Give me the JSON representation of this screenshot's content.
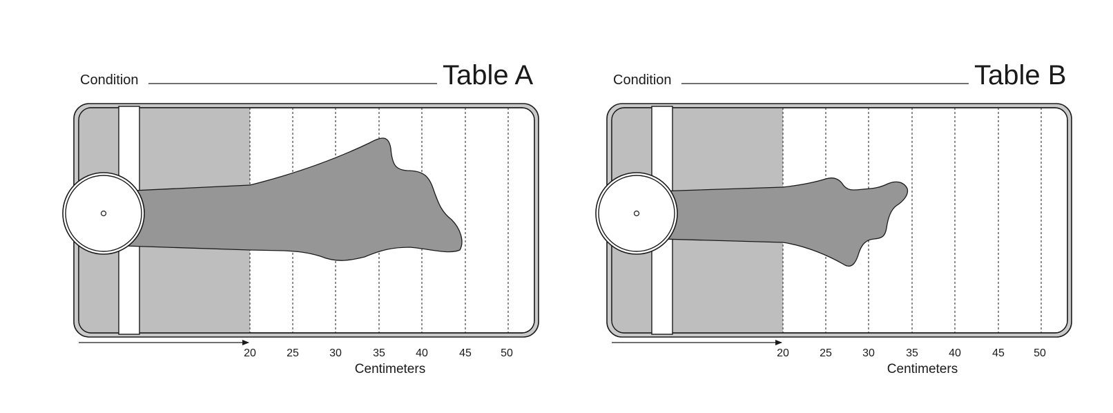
{
  "tables": [
    {
      "id": "a",
      "condition_label": "Condition",
      "title": "Table A",
      "ticks": [
        "20",
        "25",
        "30",
        "35",
        "40",
        "45",
        "50"
      ],
      "axis_label": "Centimeters"
    },
    {
      "id": "b",
      "condition_label": "Condition",
      "title": "Table B",
      "ticks": [
        "20",
        "25",
        "30",
        "35",
        "40",
        "45",
        "50"
      ],
      "axis_label": "Centimeters"
    }
  ],
  "colors": {
    "shade": "#bebebe",
    "frame": "#c9c9c9",
    "shape": "#969696",
    "line": "#1a1a1a"
  }
}
